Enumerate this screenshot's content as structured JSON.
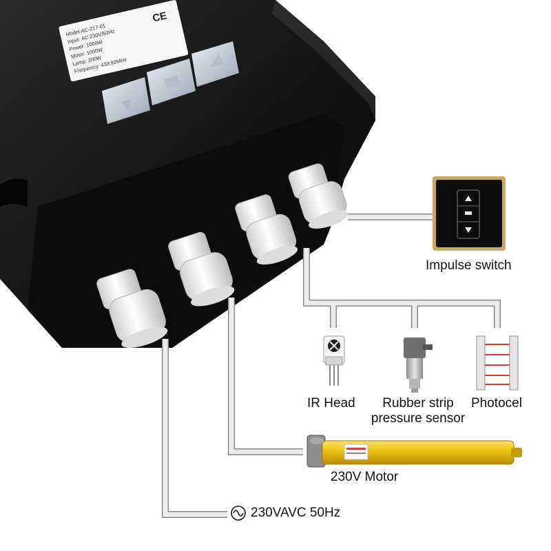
{
  "product_label": {
    "lines": [
      "Model:AC-217-01",
      "Input: AC 230V/50Hz",
      "Power:       1000W",
      "Motor:   1000W",
      "Lamp:   200W",
      "Frequency: 433.92MHz"
    ],
    "ce_mark": "CE"
  },
  "labels": {
    "impulse_switch": "Impulse switch",
    "ir_head": "IR Head",
    "pressure_sensor_line1": "Rubber strip",
    "pressure_sensor_line2": "pressure sensor",
    "photocell": "Photocel",
    "motor": "230V Motor",
    "power": "230VAVC 50Hz"
  },
  "icons": {
    "power": "ac-sine-wave-icon",
    "switch_up": "arrow-up-icon",
    "switch_stop": "stop-icon",
    "switch_down": "arrow-down-icon"
  },
  "colors": {
    "housing": "#141414",
    "wire_outline": "#8a8a8a",
    "wire_fill": "#ececec",
    "motor_tube": "#f2c516",
    "switch_frame": "#c9a862"
  }
}
